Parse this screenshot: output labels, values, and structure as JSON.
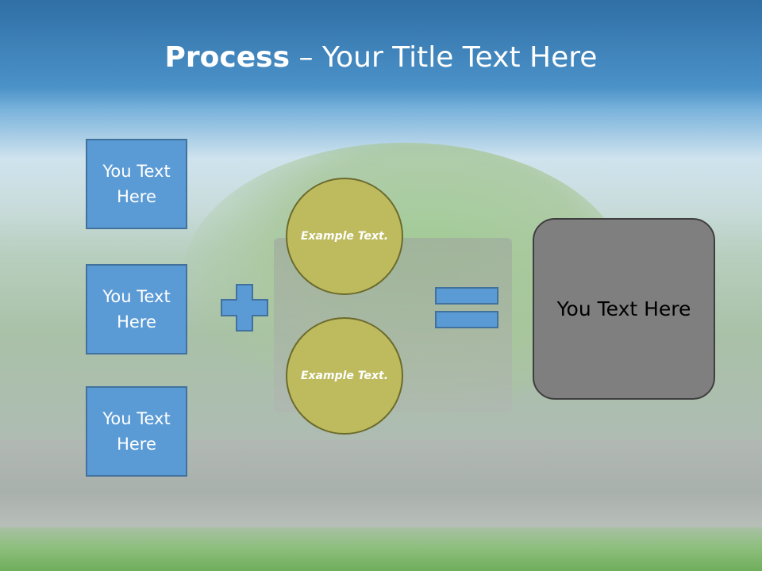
{
  "title": {
    "bold": "Process",
    "rest": " – Your Title Text Here"
  },
  "boxes": [
    {
      "label": "You Text Here"
    },
    {
      "label": "You Text Here"
    },
    {
      "label": "You Text Here"
    }
  ],
  "circles": [
    {
      "label": "Example Text."
    },
    {
      "label": "Example Text."
    }
  ],
  "result": {
    "label": "You Text Here"
  },
  "colors": {
    "box": "#5b9bd5",
    "circle": "#bdbb5e",
    "result": "#7f7f7f",
    "title_bar": "#3f84bd"
  },
  "icons": {
    "plus": "plus-icon",
    "equals": "equals-icon"
  }
}
